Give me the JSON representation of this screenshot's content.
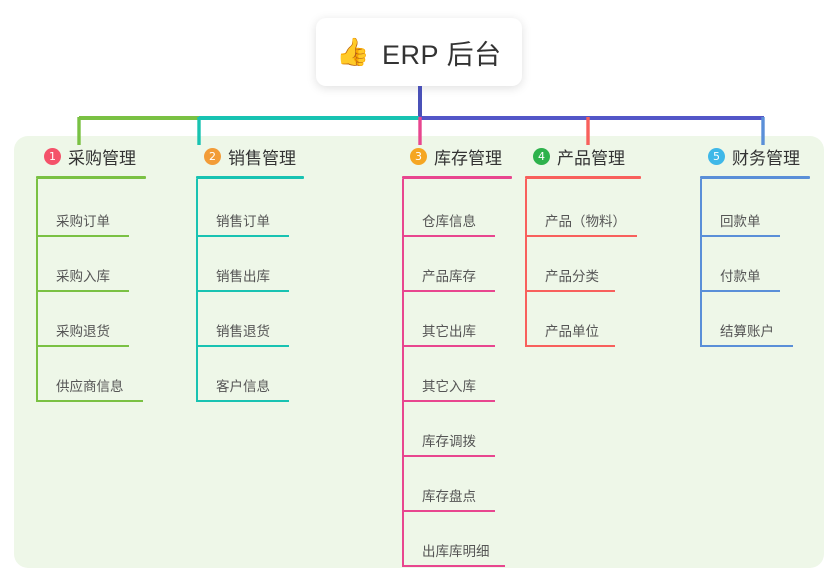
{
  "page": {
    "background": "#ffffff",
    "panel_color": "#eef7e8"
  },
  "root": {
    "icon": "thumbs-up-icon",
    "icon_glyph": "👍",
    "title": "ERP 后台"
  },
  "connector_colors": {
    "bar_left": "#7ac143",
    "bar_mid": "#18c3b2",
    "bar_right": "#5356c8",
    "stem": "#4a51b8",
    "drop_1": "#7ac143",
    "drop_2": "#18c3b2",
    "drop_3": "#e8468f",
    "drop_4": "#f8605c",
    "drop_5": "#5a8fd8"
  },
  "columns": [
    {
      "id": "purchase",
      "number": "1",
      "badge_color": "#f4526a",
      "line_color": "#7ac143",
      "title": "采购管理",
      "items": [
        {
          "label": "采购订单",
          "rule_width": 93
        },
        {
          "label": "采购入库",
          "rule_width": 93
        },
        {
          "label": "采购退货",
          "rule_width": 93
        },
        {
          "label": "供应商信息",
          "rule_width": 107
        }
      ]
    },
    {
      "id": "sales",
      "number": "2",
      "badge_color": "#f29c38",
      "line_color": "#18c3b2",
      "title": "销售管理",
      "items": [
        {
          "label": "销售订单",
          "rule_width": 93
        },
        {
          "label": "销售出库",
          "rule_width": 93
        },
        {
          "label": "销售退货",
          "rule_width": 93
        },
        {
          "label": "客户信息",
          "rule_width": 93
        }
      ]
    },
    {
      "id": "inventory",
      "number": "3",
      "badge_color": "#f5a623",
      "line_color": "#e8468f",
      "title": "库存管理",
      "items": [
        {
          "label": "仓库信息",
          "rule_width": 93
        },
        {
          "label": "产品库存",
          "rule_width": 93
        },
        {
          "label": "其它出库",
          "rule_width": 93
        },
        {
          "label": "其它入库",
          "rule_width": 93
        },
        {
          "label": "库存调拨",
          "rule_width": 93
        },
        {
          "label": "库存盘点",
          "rule_width": 93
        },
        {
          "label": "出库库明细",
          "rule_width": 103
        }
      ]
    },
    {
      "id": "product",
      "number": "4",
      "badge_color": "#2eb24c",
      "line_color": "#f8605c",
      "title": "产品管理",
      "items": [
        {
          "label": "产品（物料）",
          "rule_width": 112
        },
        {
          "label": "产品分类",
          "rule_width": 90
        },
        {
          "label": "产品单位",
          "rule_width": 90
        }
      ]
    },
    {
      "id": "finance",
      "number": "5",
      "badge_color": "#3fb8e8",
      "line_color": "#5a8fd8",
      "title": "财务管理",
      "items": [
        {
          "label": "回款单",
          "rule_width": 80
        },
        {
          "label": "付款单",
          "rule_width": 80
        },
        {
          "label": "结算账户",
          "rule_width": 93
        }
      ]
    }
  ]
}
